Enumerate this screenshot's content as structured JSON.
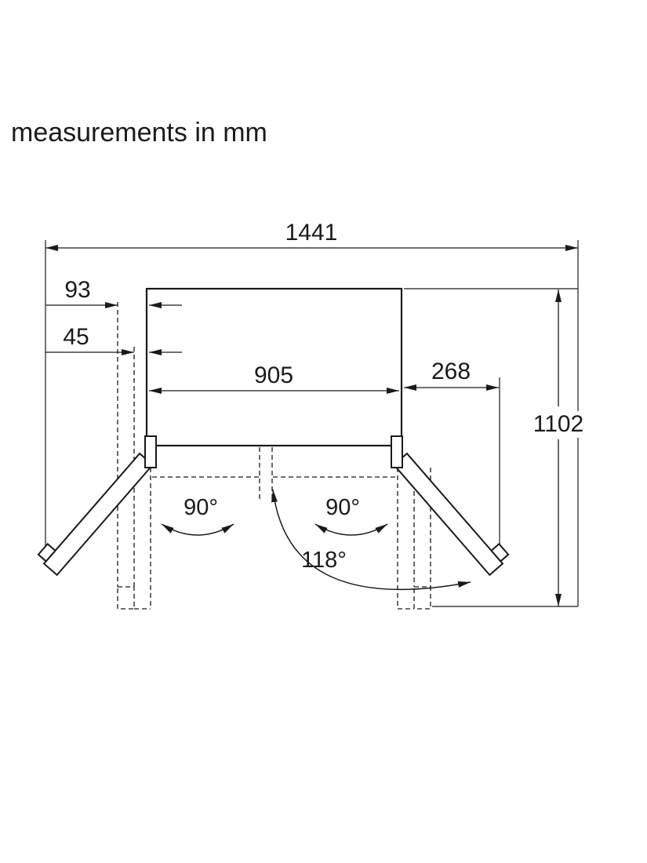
{
  "diagram": {
    "title": "measurements in mm",
    "dimensions": {
      "total_width": "1441",
      "door_handle_clearance": "93",
      "door_clearance": "45",
      "cabinet_width": "905",
      "right_projection": "268",
      "total_depth": "1102"
    },
    "angles": {
      "left_door": "90°",
      "right_door": "90°",
      "max_opening": "118°"
    },
    "colors": {
      "line": "#1a1a1a",
      "background": "#ffffff"
    }
  }
}
